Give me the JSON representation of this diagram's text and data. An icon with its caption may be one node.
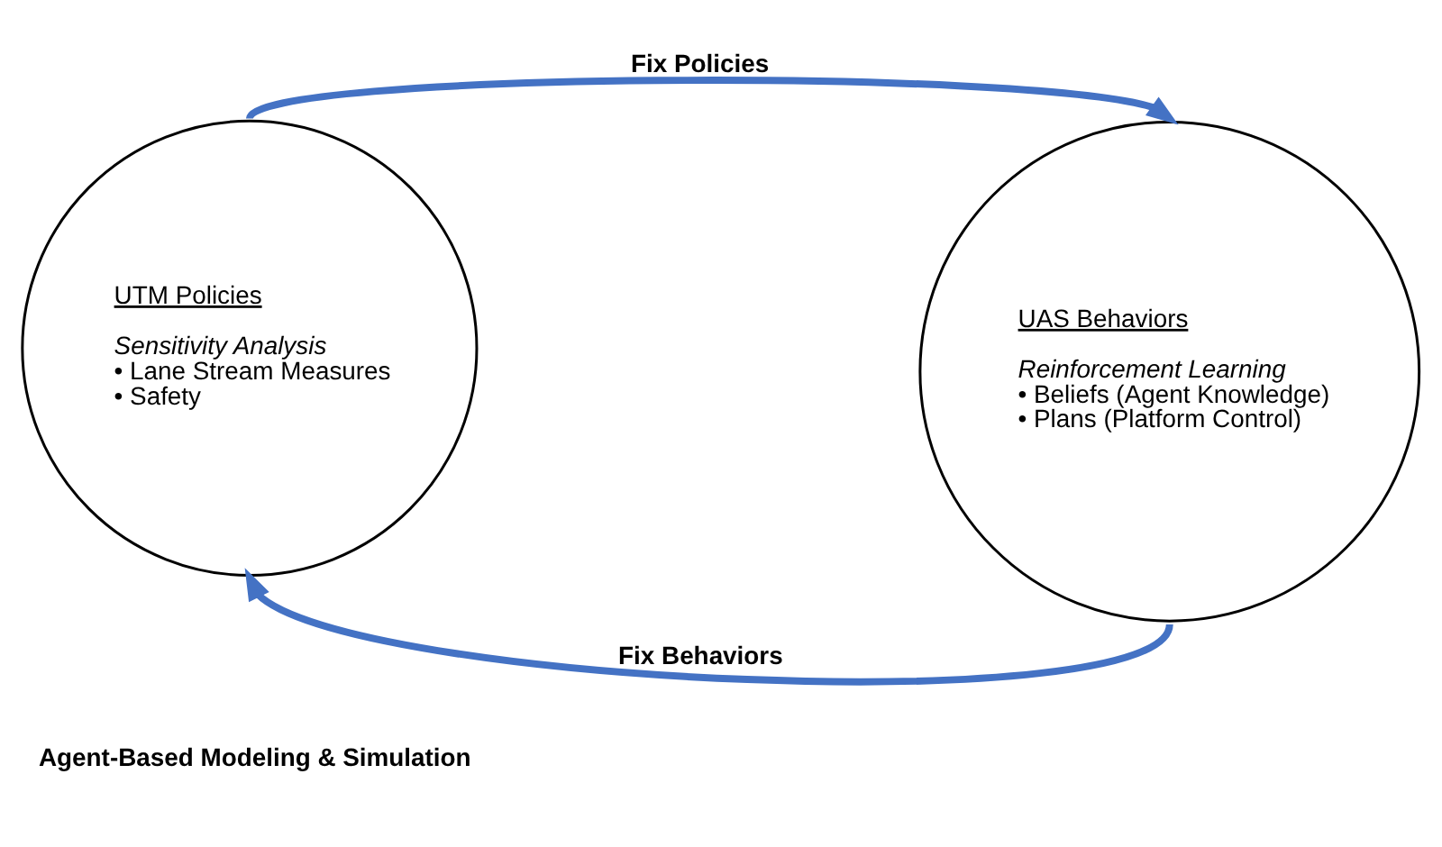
{
  "diagram": {
    "nodes": [
      {
        "text": [
          "UTM Policies",
          "Sensitivity Analysis",
          "• Lane Stream Measures",
          "• Safety"
        ]
      },
      {
        "text": [
          "UAS Behaviors",
          "Reinforcement Learning",
          "• Beliefs (Agent Knowledge)",
          "• Plans (Platform Control)"
        ]
      }
    ],
    "edges": [
      {
        "from": 0,
        "to": 1,
        "arrow": "to",
        "label": "Fix Policies",
        "color": "#4472c4"
      },
      {
        "from": 1,
        "to": 0,
        "arrow": "to",
        "label": "Fix Behaviors",
        "color": "#4472c4"
      }
    ],
    "labels": [
      "Agent-Based Modeling & Simulation"
    ]
  }
}
